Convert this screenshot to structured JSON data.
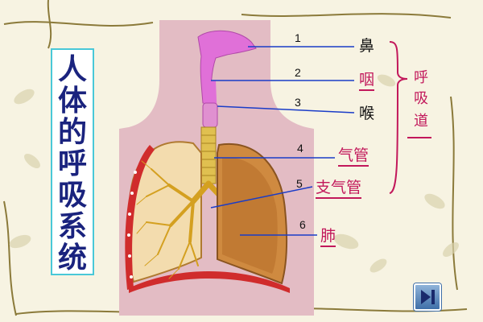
{
  "title": [
    "人",
    "体",
    "的",
    "呼",
    "吸",
    "系",
    "统"
  ],
  "labels": [
    {
      "num": "1",
      "text": "鼻"
    },
    {
      "num": "2",
      "text": "咽"
    },
    {
      "num": "3",
      "text": "喉"
    },
    {
      "num": "4",
      "text": "气管"
    },
    {
      "num": "5",
      "text": "支气管"
    },
    {
      "num": "6",
      "text": "肺"
    }
  ],
  "group": [
    "呼",
    "吸",
    "道"
  ],
  "nav": {
    "next_icon": "next-track-icon"
  },
  "colors": {
    "title_text": "#1a237e",
    "title_border": "#49c8d8",
    "label_red": "#c2185b",
    "leader_line": "#1a3cc8",
    "body_silhouette": "#e3bcc4",
    "airway": "#e070d8",
    "trachea": "#e0c050",
    "lung": "#cf8a40"
  }
}
